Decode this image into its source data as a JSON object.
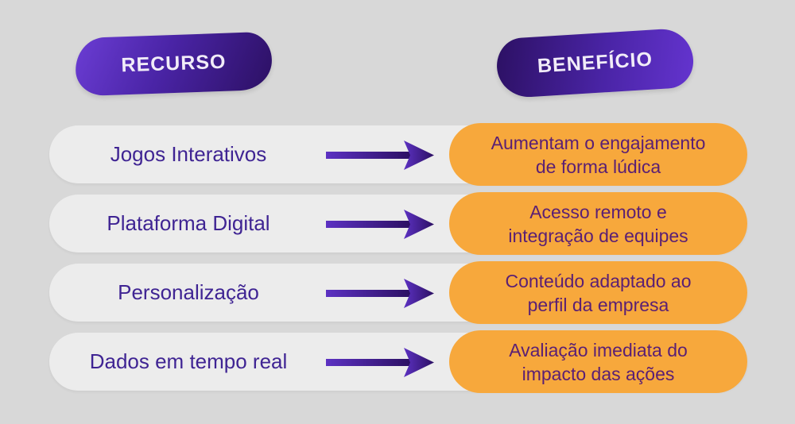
{
  "page": {
    "background": "#d8d8d8"
  },
  "columns": {
    "recurso_label": "RECURSO",
    "beneficio_label": "BENEFÍCIO"
  },
  "colors": {
    "header_gradient_light": "#6b3dd4",
    "header_gradient_dark": "#2c1063",
    "header_text": "#f1ecf8",
    "row_background": "#ececec",
    "resource_text": "#3f2493",
    "benefit_background": "#f7a83c",
    "benefit_text": "#5a1f74",
    "arrow_gradient_start": "#5c31c2",
    "arrow_gradient_end": "#2c1063"
  },
  "rows": [
    {
      "recurso": "Jogos Interativos",
      "beneficio_line1": "Aumentam o engajamento",
      "beneficio_line2": "de forma lúdica"
    },
    {
      "recurso": "Plataforma Digital",
      "beneficio_line1": "Acesso remoto e",
      "beneficio_line2": "integração de equipes"
    },
    {
      "recurso": "Personalização",
      "beneficio_line1": "Conteúdo adaptado ao",
      "beneficio_line2": "perfil da empresa"
    },
    {
      "recurso": "Dados em tempo real",
      "beneficio_line1": "Avaliação imediata do",
      "beneficio_line2": "impacto das ações"
    }
  ]
}
